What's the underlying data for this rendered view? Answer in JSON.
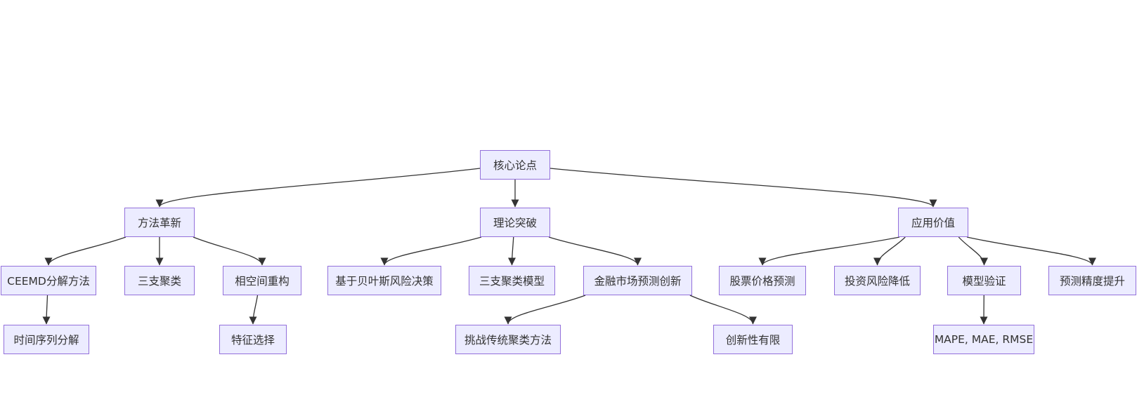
{
  "diagram": {
    "type": "flowchart-top-down",
    "background": "#ffffff",
    "colors": {
      "node_fill": "#ECECFF",
      "node_border": "#9370DB",
      "edge": "#333333",
      "text": "#333333"
    },
    "nodes": {
      "core": {
        "label": "核心论点"
      },
      "method": {
        "label": "方法革新"
      },
      "theory": {
        "label": "理论突破"
      },
      "application": {
        "label": "应用价值"
      },
      "ceemd": {
        "label": "CEEMD分解方法"
      },
      "three_way": {
        "label": "三支聚类"
      },
      "phase": {
        "label": "相空间重构"
      },
      "bayes": {
        "label": "基于贝叶斯风险决策"
      },
      "three_way_model": {
        "label": "三支聚类模型"
      },
      "fin_market": {
        "label": "金融市场预测创新"
      },
      "stock": {
        "label": "股票价格预测"
      },
      "risk": {
        "label": "投资风险降低"
      },
      "validation": {
        "label": "模型验证"
      },
      "accuracy": {
        "label": "预测精度提升"
      },
      "time_series": {
        "label": "时间序列分解"
      },
      "feature": {
        "label": "特征选择"
      },
      "challenge": {
        "label": "挑战传统聚类方法"
      },
      "limited": {
        "label": "创新性有限"
      },
      "metrics": {
        "label": "MAPE, MAE, RMSE"
      }
    },
    "edges": [
      {
        "from": "core",
        "to": "method"
      },
      {
        "from": "core",
        "to": "theory"
      },
      {
        "from": "core",
        "to": "application"
      },
      {
        "from": "method",
        "to": "ceemd"
      },
      {
        "from": "method",
        "to": "three_way"
      },
      {
        "from": "method",
        "to": "phase"
      },
      {
        "from": "theory",
        "to": "bayes"
      },
      {
        "from": "theory",
        "to": "three_way_model"
      },
      {
        "from": "theory",
        "to": "fin_market"
      },
      {
        "from": "application",
        "to": "stock"
      },
      {
        "from": "application",
        "to": "risk"
      },
      {
        "from": "application",
        "to": "validation"
      },
      {
        "from": "application",
        "to": "accuracy"
      },
      {
        "from": "ceemd",
        "to": "time_series"
      },
      {
        "from": "phase",
        "to": "feature"
      },
      {
        "from": "fin_market",
        "to": "challenge"
      },
      {
        "from": "fin_market",
        "to": "limited"
      },
      {
        "from": "validation",
        "to": "metrics"
      }
    ]
  }
}
